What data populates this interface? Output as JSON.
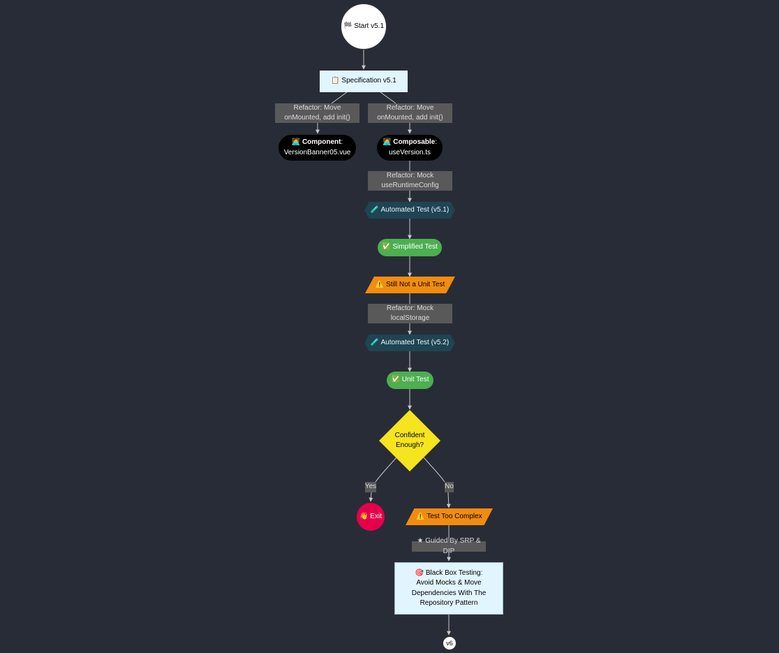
{
  "nodes": {
    "start": "🏁 Start v5.1",
    "spec": "📋 Specification v5.1",
    "refactor_left": [
      "Refactor: Move",
      "onMounted, add init()"
    ],
    "refactor_right": [
      "Refactor: Move",
      "onMounted, add init()"
    ],
    "component_bold": "Component",
    "component_prefix": "🧑‍💻 ",
    "component_suffix": ":",
    "component_file": "VersionBanner05.vue",
    "composable_bold": "Composable",
    "composable_prefix": "🧑‍💻 ",
    "composable_suffix": ":",
    "composable_file": "useVersion.ts",
    "refactor_mock_runtime": [
      "Refactor: Mock",
      "useRuntimeConfig"
    ],
    "auto_test_51": "🧪 Automated Test (v5.1)",
    "simplified_test": "✅ Simplified Test",
    "still_not_unit": "⚠️ Still Not a Unit Test",
    "refactor_mock_storage": [
      "Refactor: Mock",
      "localStorage"
    ],
    "auto_test_52": "🧪 Automated Test (v5.2)",
    "unit_test": "✅ Unit Test",
    "decision": [
      "Confident",
      "Enough?"
    ],
    "yes": "Yes",
    "no": "No",
    "exit": "👋 Exit",
    "too_complex": "⚠️ Test Too Complex",
    "guided": "★ Guided By SRP & DIP",
    "blackbox": [
      "🎯 Black Box Testing:",
      "Avoid Mocks & Move",
      "Dependencies With The",
      "Repository Pattern"
    ],
    "v6": "v6"
  },
  "colors": {
    "background": "#282c37",
    "edge": "#c8c8c8",
    "spec": "#e1f5fe",
    "label": "#595959",
    "test": "#1f4452",
    "success": "#4caf50",
    "warning": "#f28c0f",
    "decision": "#f5e41e",
    "exit": "#e5004c"
  }
}
